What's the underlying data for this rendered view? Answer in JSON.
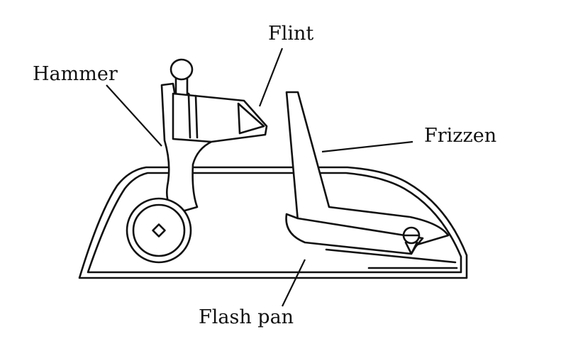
{
  "labels": {
    "hammer": "Hammer",
    "flint": "Flint",
    "frizzen": "Frizzen",
    "flash_pan": "Flash pan"
  },
  "colors": {
    "ink": "#111111",
    "background": "#ffffff"
  }
}
